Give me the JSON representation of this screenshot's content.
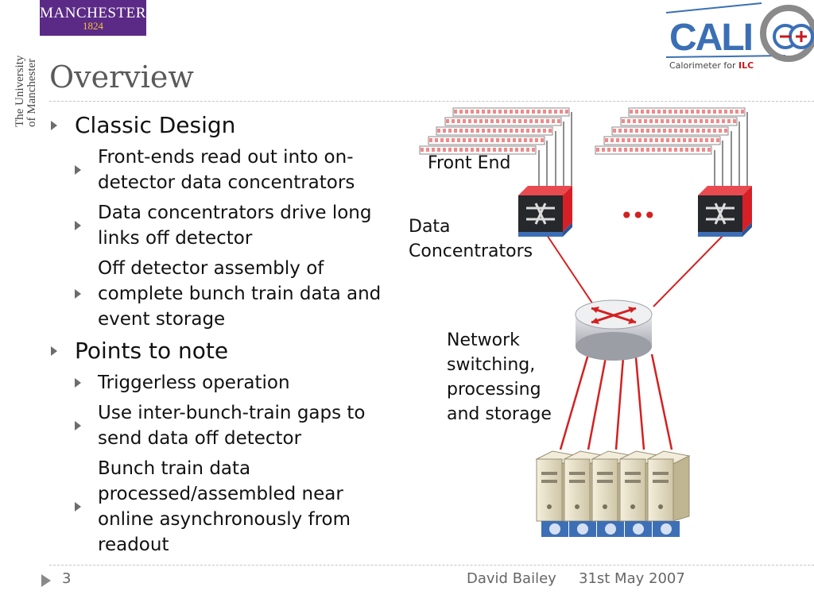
{
  "logos": {
    "university_name": "MANCHESTER",
    "university_year": "1824",
    "university_side_top": "The University",
    "university_side_bottom": "of Manchester",
    "calice_wordmark": "CALI",
    "calice_sub_prefix": "Calorimeter for ",
    "calice_sub_ilc": "ILC"
  },
  "slide": {
    "title": "Overview",
    "sections": [
      {
        "heading": "Classic Design",
        "items": [
          "Front-ends read out into on-detector data concentrators",
          "Data concentrators drive long links off detector",
          "Off detector assembly of complete bunch train data and event storage"
        ]
      },
      {
        "heading": "Points to note",
        "items": [
          "Triggerless operation",
          "Use inter-bunch-train gaps to send data off detector",
          "Bunch train data processed/assembled near online asynchronously from readout"
        ]
      }
    ]
  },
  "diagram": {
    "front_end_label": "Front End",
    "data_label_line1": "Data",
    "data_label_line2": "Concentrators",
    "ellipsis": "•••",
    "network_line1": "Network",
    "network_line2": "switching,",
    "network_line3": "processing",
    "network_line4": "and storage",
    "colors": {
      "link": "#d42020",
      "switch_red": "#d71f26",
      "switch_blue": "#3d6fb6",
      "router": "#c8cace"
    }
  },
  "footer": {
    "slide_number": "3",
    "author": "David Bailey",
    "date": "31st May 2007"
  }
}
